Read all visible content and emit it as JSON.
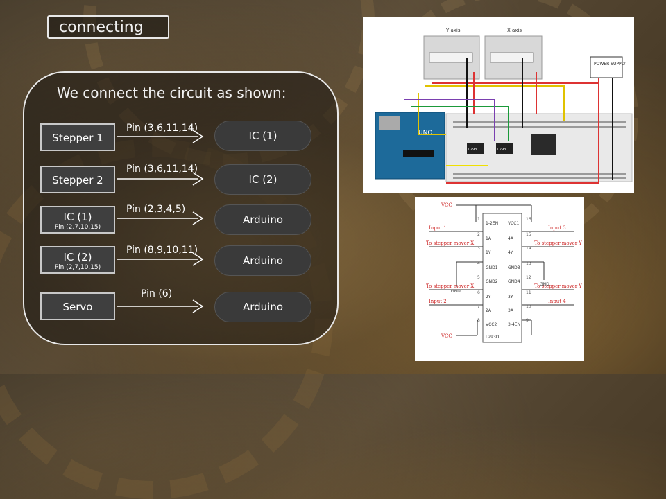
{
  "slide": {
    "title": "connecting",
    "subtitle": "We connect the circuit as shown:"
  },
  "rows": [
    {
      "source": "Stepper 1",
      "source_sub": "",
      "pins": "Pin (3,6,11,14)",
      "target": "IC (1)"
    },
    {
      "source": "Stepper 2",
      "source_sub": "",
      "pins": "Pin (3,6,11,14)",
      "target": "IC (2)"
    },
    {
      "source": "IC (1)",
      "source_sub": "Pin (2,7,10,15)",
      "pins": "Pin (2,3,4,5)",
      "target": "Arduino"
    },
    {
      "source": "IC (2)",
      "source_sub": "Pin (2,7,10,15)",
      "pins": "Pin (8,9,10,11)",
      "target": "Arduino"
    },
    {
      "source": "Servo",
      "source_sub": "",
      "pins": "Pin (6)",
      "target": "Arduino"
    }
  ],
  "breadboard": {
    "labels": {
      "y_axis": "Y axis",
      "x_axis": "X axis",
      "power_supply": "POWER SUPPLY",
      "arduino": "UNO",
      "ic1": "L293",
      "ic2": "L293"
    }
  },
  "ic_diagram": {
    "chip": {
      "left_pins": [
        "1-2EN",
        "1A",
        "1Y",
        "GND1",
        "GND2",
        "2Y",
        "2A",
        "VCC2"
      ],
      "right_pins": [
        "VCC1",
        "4A",
        "4Y",
        "GND3",
        "GND4",
        "3Y",
        "3A",
        "3-4EN"
      ],
      "name": "L293D"
    },
    "left_numbers": [
      "1",
      "2",
      "3",
      "4",
      "5",
      "6",
      "7",
      "8"
    ],
    "right_numbers": [
      "16",
      "15",
      "14",
      "13",
      "12",
      "11",
      "10",
      "9"
    ],
    "labels": {
      "vcc_top": "VCC",
      "vcc_bottom": "VCC",
      "input1": "Input 1",
      "input2": "Input 2",
      "input3": "Input 3",
      "input4": "Input 4",
      "to_stepper_x1": "To stepper mover X",
      "to_stepper_x2": "To stepper mover X",
      "to_stepper_y1": "To stepper mover Y",
      "to_stepper_y2": "To stepper mover Y",
      "gnd_left": "GND",
      "gnd_right": "GND"
    }
  }
}
